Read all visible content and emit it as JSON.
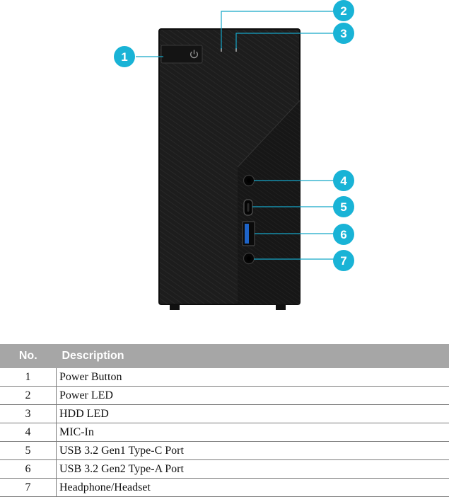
{
  "colors": {
    "callout": "#19b3d6",
    "chassis": "#1c1c1c",
    "header_bg": "#a6a6a6"
  },
  "callouts": [
    {
      "number": "1",
      "target": "power-button"
    },
    {
      "number": "2",
      "target": "power-led"
    },
    {
      "number": "3",
      "target": "hdd-led"
    },
    {
      "number": "4",
      "target": "mic-in-port"
    },
    {
      "number": "5",
      "target": "usb-type-c-port"
    },
    {
      "number": "6",
      "target": "usb-type-a-port"
    },
    {
      "number": "7",
      "target": "headphone-port"
    }
  ],
  "table": {
    "headers": {
      "no": "No.",
      "description": "Description"
    },
    "rows": [
      {
        "no": "1",
        "description": "Power Button"
      },
      {
        "no": "2",
        "description": "Power LED"
      },
      {
        "no": "3",
        "description": "HDD LED"
      },
      {
        "no": "4",
        "description": "MIC-In"
      },
      {
        "no": "5",
        "description": "USB 3.2 Gen1 Type-C Port"
      },
      {
        "no": "6",
        "description": "USB 3.2 Gen2 Type-A Port"
      },
      {
        "no": "7",
        "description": "Headphone/Headset"
      }
    ]
  }
}
